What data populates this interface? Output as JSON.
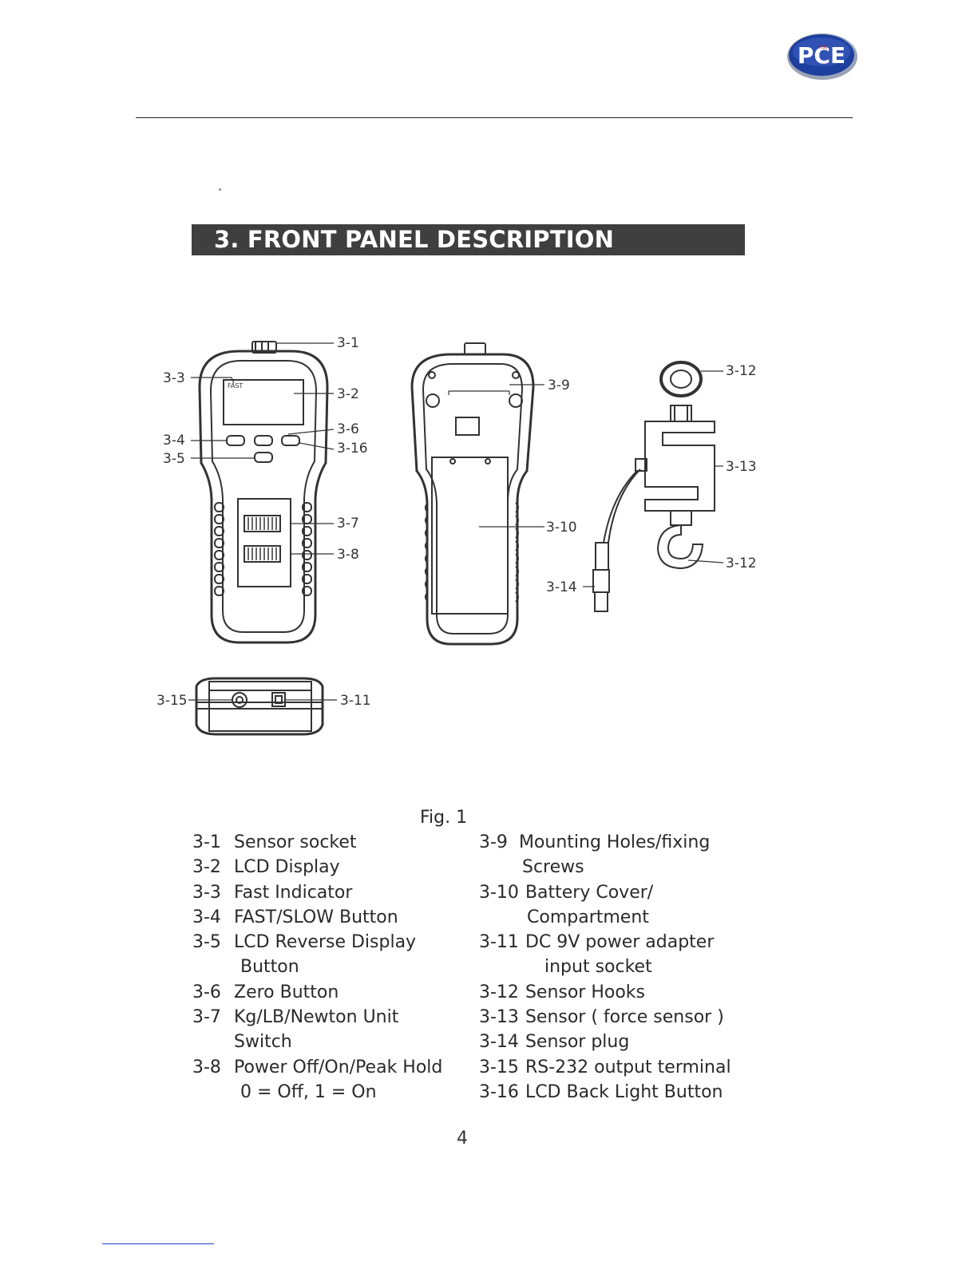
{
  "header": {
    "logo_text": "PCE",
    "logo_subtext": "inst",
    "colors": {
      "logo_blue": "#1d3f9e",
      "logo_red": "#c8102e"
    }
  },
  "section": {
    "title": "3. FRONT PANEL DESCRIPTION"
  },
  "figure": {
    "callouts": {
      "c3_1": "3-1",
      "c3_2": "3-2",
      "c3_3": "3-3",
      "c3_4": "3-4",
      "c3_5": "3-5",
      "c3_6": "3-6",
      "c3_16": "3-16",
      "c3_7": "3-7",
      "c3_8": "3-8",
      "c3_9": "3-9",
      "c3_10": "3-10",
      "c3_12a": "3-12",
      "c3_13": "3-13",
      "c3_12b": "3-12",
      "c3_14": "3-14",
      "c3_15": "3-15",
      "c3_11": "3-11"
    },
    "lcd_label": "FAST",
    "caption": "Fig. 1"
  },
  "legend": {
    "left": [
      {
        "code": "3-1",
        "text": "Sensor socket"
      },
      {
        "code": "3-2",
        "text": "LCD Display"
      },
      {
        "code": "3-3",
        "text": "Fast Indicator"
      },
      {
        "code": "3-4",
        "text": "FAST/SLOW Button"
      },
      {
        "code": "3-5",
        "text": "LCD Reverse Display",
        "cont": "Button"
      },
      {
        "code": "3-6",
        "text": "Zero Button"
      },
      {
        "code": "3-7",
        "text": "Kg/LB/Newton Unit",
        "cont": "Switch"
      },
      {
        "code": "3-8",
        "text": "Power Off/On/Peak Hold",
        "cont": "0 = Off, 1 = On"
      }
    ],
    "right": [
      {
        "code": "3-9",
        "text": "Mounting Holes/fixing",
        "cont": "Screws"
      },
      {
        "code": "3-10",
        "text": "Battery Cover/",
        "cont": "Compartment"
      },
      {
        "code": "3-11",
        "text": "DC 9V power adapter",
        "cont": "input socket"
      },
      {
        "code": "3-12",
        "text": "Sensor Hooks"
      },
      {
        "code": "3-13",
        "text": "Sensor ( force sensor )"
      },
      {
        "code": "3-14",
        "text": "Sensor plug"
      },
      {
        "code": "3-15",
        "text": "RS-232 output terminal"
      },
      {
        "code": "3-16",
        "text": "LCD Back Light Button"
      }
    ]
  },
  "footer": {
    "page_number": "4"
  }
}
